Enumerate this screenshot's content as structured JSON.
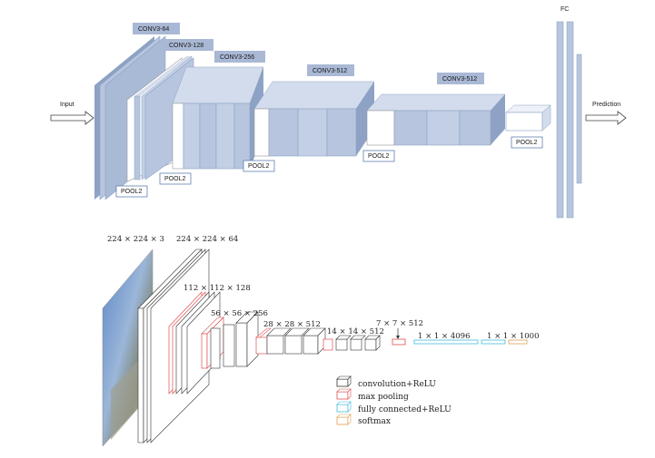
{
  "top": {
    "input_label": "Input",
    "prediction_label": "Prediction",
    "fc_label": "FC",
    "conv_labels": [
      "CONV3-64",
      "CONV3-128",
      "CONV3-256",
      "CONV3-512",
      "CONV3-512"
    ],
    "pool_label": "POOL2"
  },
  "bottom": {
    "dims": [
      "224 × 224 × 3",
      "224 × 224 × 64",
      "112 × 112 × 128",
      "56 × 56 × 256",
      "28 × 28 × 512",
      "14 × 14 × 512",
      "7 × 7 × 512",
      "1 × 1 × 4096",
      "1 × 1 × 1000"
    ],
    "legend": [
      {
        "label": "convolution+ReLU",
        "color": "#333333"
      },
      {
        "label": "max pooling",
        "color": "#e05050"
      },
      {
        "label": "fully connected+ReLU",
        "color": "#44bbe0"
      },
      {
        "label": "softmax",
        "color": "#e0a050"
      }
    ]
  },
  "colors": {
    "block_face": "#b7c6de",
    "block_top": "#d3dcec",
    "block_side": "#8da2c4",
    "label_bg": "#a9b8d4"
  }
}
